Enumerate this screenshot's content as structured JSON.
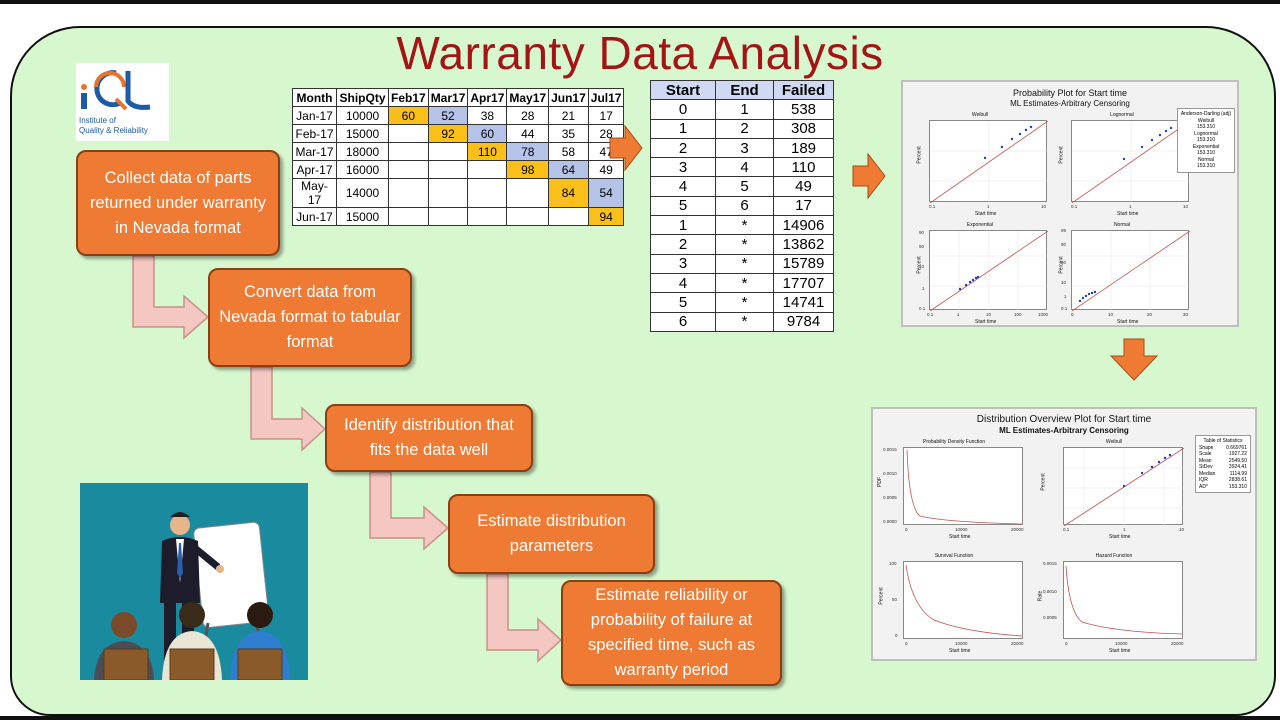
{
  "title": "Warranty Data Analysis",
  "logo": {
    "line1": "Institute of",
    "line2": "Quality & Reliability"
  },
  "nevada": {
    "headers": [
      "Month",
      "ShipQty",
      "Feb17",
      "Mar17",
      "Apr17",
      "May17",
      "Jun17",
      "Jul17"
    ],
    "rows": [
      {
        "month": "Jan-17",
        "qty": "10000",
        "cells": [
          "60",
          "52",
          "38",
          "28",
          "21",
          "17"
        ]
      },
      {
        "month": "Feb-17",
        "qty": "15000",
        "cells": [
          "",
          "92",
          "60",
          "44",
          "35",
          "28"
        ]
      },
      {
        "month": "Mar-17",
        "qty": "18000",
        "cells": [
          "",
          "",
          "110",
          "78",
          "58",
          "47"
        ]
      },
      {
        "month": "Apr-17",
        "qty": "16000",
        "cells": [
          "",
          "",
          "",
          "98",
          "64",
          "49"
        ]
      },
      {
        "month": "May-17",
        "qty": "14000",
        "cells": [
          "",
          "",
          "",
          "",
          "84",
          "54"
        ]
      },
      {
        "month": "Jun-17",
        "qty": "15000",
        "cells": [
          "",
          "",
          "",
          "",
          "",
          "94"
        ]
      }
    ]
  },
  "tabular": {
    "headers": [
      "Start",
      "End",
      "Failed"
    ],
    "rows": [
      [
        "0",
        "1",
        "538"
      ],
      [
        "1",
        "2",
        "308"
      ],
      [
        "2",
        "3",
        "189"
      ],
      [
        "3",
        "4",
        "110"
      ],
      [
        "4",
        "5",
        "49"
      ],
      [
        "5",
        "6",
        "17"
      ],
      [
        "1",
        "*",
        "14906"
      ],
      [
        "2",
        "*",
        "13862"
      ],
      [
        "3",
        "*",
        "15789"
      ],
      [
        "4",
        "*",
        "17707"
      ],
      [
        "5",
        "*",
        "14741"
      ],
      [
        "6",
        "*",
        "9784"
      ]
    ]
  },
  "steps": [
    "Collect data of parts returned under warranty in Nevada format",
    "Convert data from Nevada format to tabular format",
    "Identify distribution that fits the data well",
    "Estimate distribution parameters",
    "Estimate reliability or probability of failure at specified time, such as warranty period"
  ],
  "colors": {
    "title": "#a31515",
    "box": "#ee7a33",
    "arrow": "#f4c7c3",
    "bg": "#d7f8cf",
    "orange_cell": "#fbbf1a",
    "blue_cell": "#b5c3e9"
  },
  "prob_plot": {
    "title": "Probability Plot for Start time",
    "subtitle": "ML Estimates-Arbitrary Censoring",
    "legend_title": "Anderson-Darling (adj)",
    "legend": [
      "Weibull",
      "153.310",
      "Lognormal",
      "153.310",
      "Exponential",
      "153.310",
      "Normal",
      "153.310"
    ],
    "subplots": [
      {
        "title": "Weibull",
        "ylabel": "Percent",
        "xlabel": "Start time",
        "xticks": [
          "0.1",
          "1",
          "10"
        ]
      },
      {
        "title": "Lognormal",
        "ylabel": "Percent",
        "xlabel": "Start time",
        "xticks": [
          "0.1",
          "1",
          "10"
        ]
      },
      {
        "title": "Exponential",
        "ylabel": "Percent",
        "xlabel": "Start time",
        "xticks": [
          "0.1",
          "1",
          "10",
          "100",
          "1000"
        ],
        "yticks": [
          "90",
          "50",
          "10",
          "1",
          "0.1"
        ]
      },
      {
        "title": "Normal",
        "ylabel": "Percent",
        "xlabel": "Start time",
        "xticks": [
          "0",
          "10",
          "20",
          "30"
        ],
        "yticks": [
          "99",
          "90",
          "50",
          "10",
          "1",
          "0.1"
        ]
      }
    ]
  },
  "dist_plot": {
    "title": "Distribution Overview Plot for Start time",
    "subtitle": "ML Estimates-Arbitrary Censoring",
    "stats_title": "Table of Statistics",
    "stats": [
      [
        "Shape",
        "0.669761"
      ],
      [
        "Scale",
        "1927.22"
      ],
      [
        "Mean",
        "2549.50"
      ],
      [
        "StDev",
        "3924.41"
      ],
      [
        "Median",
        "1114.99"
      ],
      [
        "IQR",
        "2838.61"
      ],
      [
        "AD*",
        "153.310"
      ]
    ],
    "subplots": [
      {
        "title": "Probability Density Function",
        "ylabel": "PDF",
        "xlabel": "Start time",
        "xticks": [
          "0",
          "10000",
          "20000"
        ],
        "yticks": [
          "0.0015",
          "0.0010",
          "0.0005",
          "0.0000"
        ]
      },
      {
        "title": "Weibull",
        "ylabel": "Percent",
        "xlabel": "Start time",
        "xticks": [
          "0.1",
          "1",
          "10"
        ]
      },
      {
        "title": "Survival Function",
        "ylabel": "Percent",
        "xlabel": "Start time",
        "xticks": [
          "0",
          "10000",
          "20000"
        ],
        "yticks": [
          "100",
          "50",
          "0"
        ]
      },
      {
        "title": "Hazard Function",
        "ylabel": "Rate",
        "xlabel": "Start time",
        "xticks": [
          "0",
          "10000",
          "20000"
        ],
        "yticks": [
          "0.0015",
          "0.0010",
          "0.0005"
        ]
      }
    ]
  }
}
